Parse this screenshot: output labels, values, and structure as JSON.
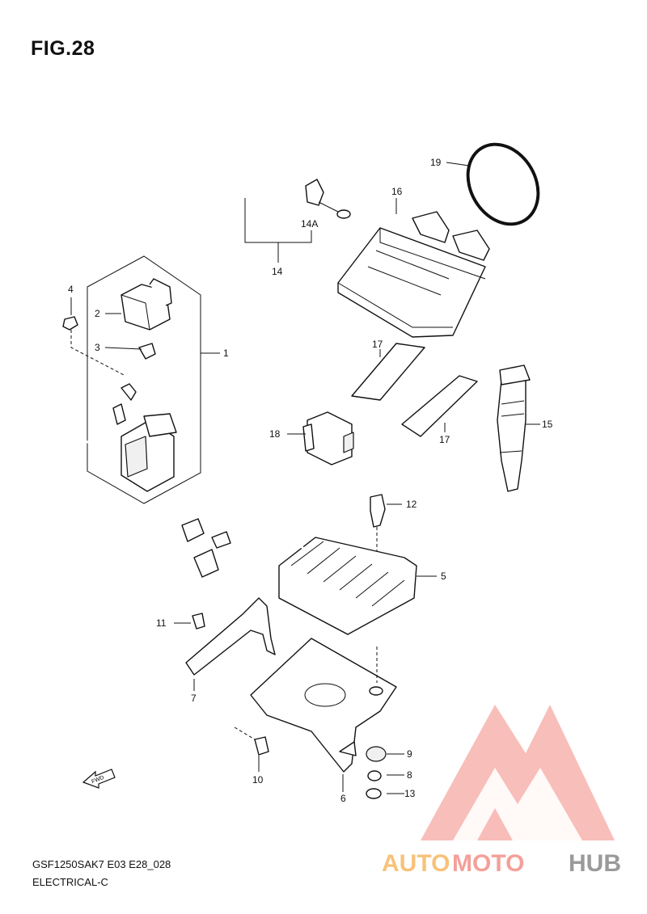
{
  "figure": {
    "title": "FIG.28",
    "code": "GSF1250SAK7 E03 E28_028",
    "section": "ELECTRICAL-C"
  },
  "callouts": {
    "c1": "1",
    "c2": "2",
    "c3": "3",
    "c4": "4",
    "c5": "5",
    "c6": "6",
    "c7": "7",
    "c8": "8",
    "c9": "9",
    "c10": "10",
    "c11": "11",
    "c12": "12",
    "c13": "13",
    "c14": "14",
    "c14a": "14A",
    "c15": "15",
    "c16": "16",
    "c17a": "17",
    "c17b": "17",
    "c18": "18",
    "c19": "19"
  },
  "fwd_arrow_label": "FWD",
  "watermark": {
    "part1": "AUTO",
    "part2": "MOTO",
    "part3": "HUB",
    "color_main": "#f4a09a",
    "color_accent": "#f7c27a",
    "color_dark": "#9a9a9a"
  }
}
